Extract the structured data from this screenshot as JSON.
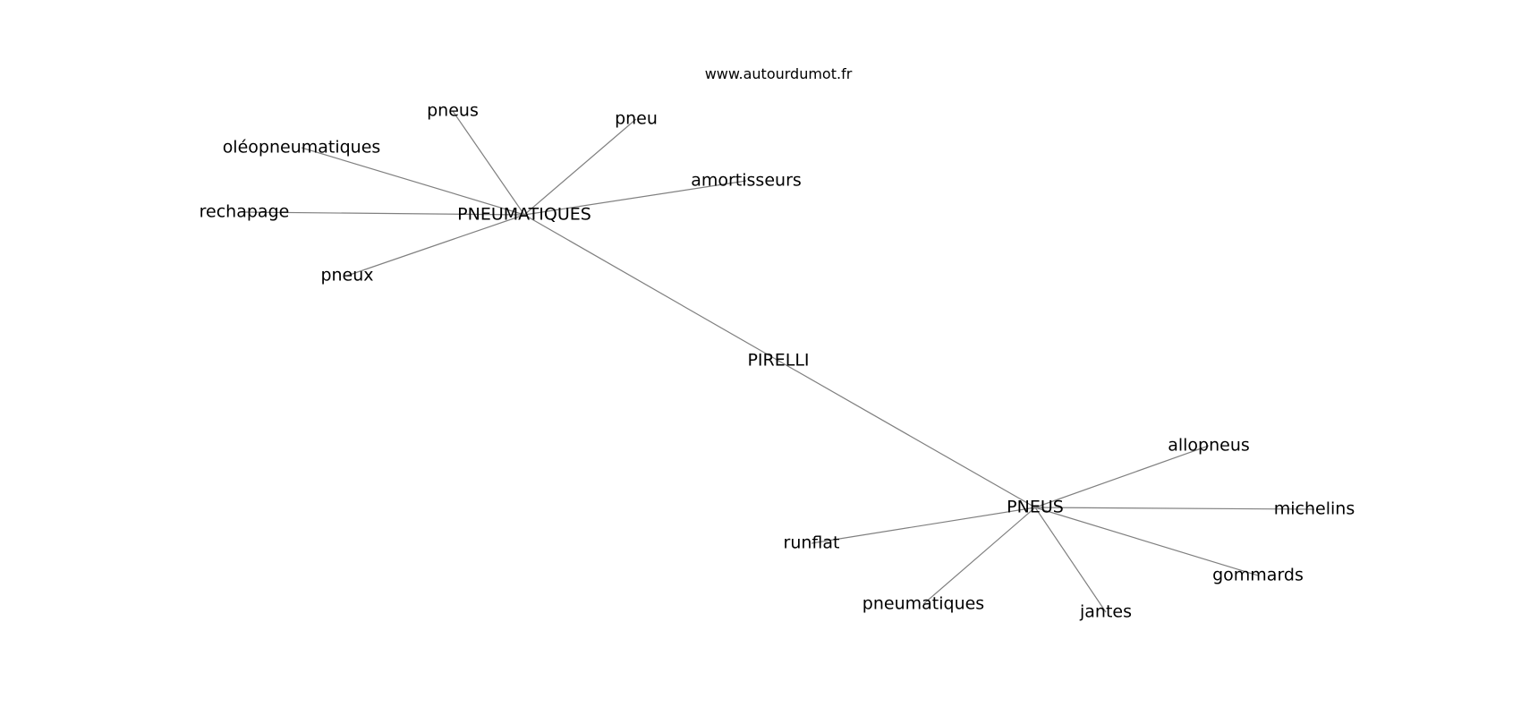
{
  "watermark": "www.autourdumot.fr",
  "colors": {
    "edge": "#808080",
    "text": "#000000",
    "background": "#ffffff"
  },
  "nodes": [
    {
      "id": "pirelli",
      "label": "PIRELLI"
    },
    {
      "id": "pneumatiques_hub",
      "label": "PNEUMATIQUES"
    },
    {
      "id": "pneus_hub",
      "label": "PNEUS"
    },
    {
      "id": "pneus",
      "label": "pneus"
    },
    {
      "id": "pneu",
      "label": "pneu"
    },
    {
      "id": "oleopneumatiques",
      "label": "oléopneumatiques"
    },
    {
      "id": "amortisseurs",
      "label": "amortisseurs"
    },
    {
      "id": "rechapage",
      "label": "rechapage"
    },
    {
      "id": "pneux",
      "label": "pneux"
    },
    {
      "id": "allopneus",
      "label": "allopneus"
    },
    {
      "id": "michelins",
      "label": "michelins"
    },
    {
      "id": "runflat",
      "label": "runflat"
    },
    {
      "id": "gommards",
      "label": "gommards"
    },
    {
      "id": "pneumatiques",
      "label": "pneumatiques"
    },
    {
      "id": "jantes",
      "label": "jantes"
    }
  ],
  "edges": [
    [
      "pneumatiques_hub",
      "pirelli"
    ],
    [
      "pirelli",
      "pneus_hub"
    ],
    [
      "pneumatiques_hub",
      "pneus"
    ],
    [
      "pneumatiques_hub",
      "pneu"
    ],
    [
      "pneumatiques_hub",
      "oleopneumatiques"
    ],
    [
      "pneumatiques_hub",
      "amortisseurs"
    ],
    [
      "pneumatiques_hub",
      "rechapage"
    ],
    [
      "pneumatiques_hub",
      "pneux"
    ],
    [
      "pneus_hub",
      "allopneus"
    ],
    [
      "pneus_hub",
      "michelins"
    ],
    [
      "pneus_hub",
      "runflat"
    ],
    [
      "pneus_hub",
      "gommards"
    ],
    [
      "pneus_hub",
      "pneumatiques"
    ],
    [
      "pneus_hub",
      "jantes"
    ]
  ]
}
